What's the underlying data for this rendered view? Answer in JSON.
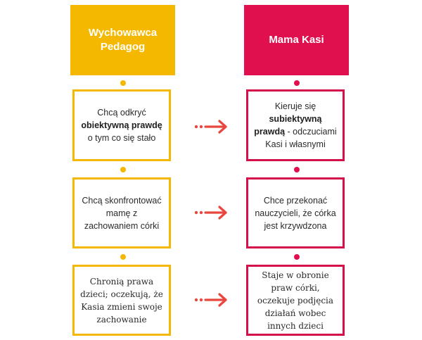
{
  "headers": {
    "left": {
      "line1": "Wychowawca",
      "line2": "Pedagog",
      "color": "#f5b800"
    },
    "right": {
      "line1": "Mama Kasi",
      "color": "#e0104f"
    }
  },
  "rows": [
    {
      "left": {
        "pre": "Chcą odkryć",
        "bold": "obiektywną prawdę",
        "post": "o tym co się stało"
      },
      "right": {
        "pre": "Kieruje się",
        "bold": "subiektywną prawdą",
        "post": "- odczuciami Kasi i własnymi"
      }
    },
    {
      "left": {
        "text": "Chcą skonfrontować mamę z zachowaniem córki"
      },
      "right": {
        "text": "Chce przekonać nauczycieli, że córka jest krzywdzona"
      }
    },
    {
      "left": {
        "text": "Chronią prawa dzieci; oczekują, że Kasia zmieni swoje zachowanie"
      },
      "right": {
        "text": "Staje w obronie praw córki, oczekuje podjęcia działań wobec innych dzieci"
      }
    }
  ],
  "arrow_icon": "dotted-arrow-right",
  "arrow_color": "#e8473f"
}
